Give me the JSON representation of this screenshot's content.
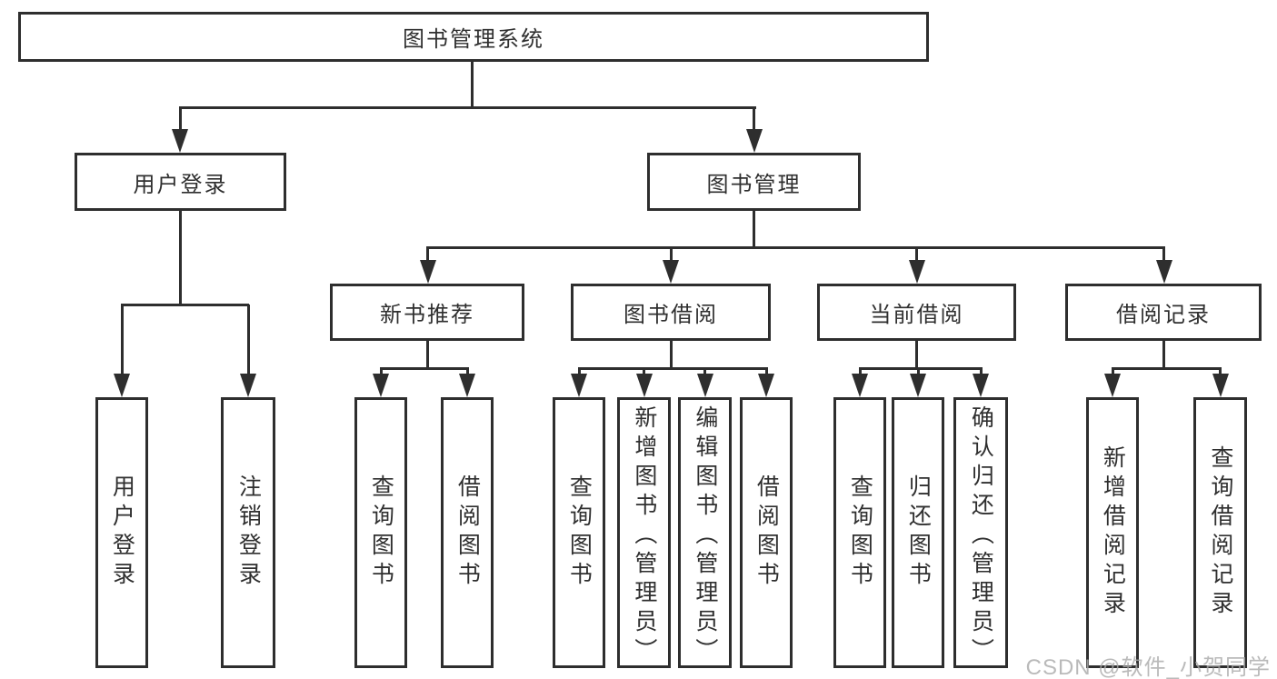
{
  "page": {
    "background": "#ffffff"
  },
  "diagram": {
    "type": "hierarchy-tree",
    "line_color": "#2e2e2e",
    "text_color": "#2f2f2f",
    "root": {
      "label": "图书管理系统"
    },
    "level2": [
      {
        "label": "用户登录"
      },
      {
        "label": "图书管理"
      }
    ],
    "level3": [
      {
        "label": "新书推荐"
      },
      {
        "label": "图书借阅"
      },
      {
        "label": "当前借阅"
      },
      {
        "label": "借阅记录"
      }
    ],
    "leaves": {
      "login": [
        "用户登录",
        "注销登录"
      ],
      "recommend": [
        "查询图书",
        "借阅图书"
      ],
      "borrow": [
        "查询图书",
        "新增图书（管理员）",
        "编辑图书（管理员）",
        "借阅图书"
      ],
      "current": [
        "查询图书",
        "归还图书",
        "确认归还（管理员）"
      ],
      "records": [
        "新增借阅记录",
        "查询借阅记录"
      ]
    }
  },
  "watermark": {
    "text": "CSDN @软件_小贺同学",
    "color": "#a9a9a9"
  }
}
